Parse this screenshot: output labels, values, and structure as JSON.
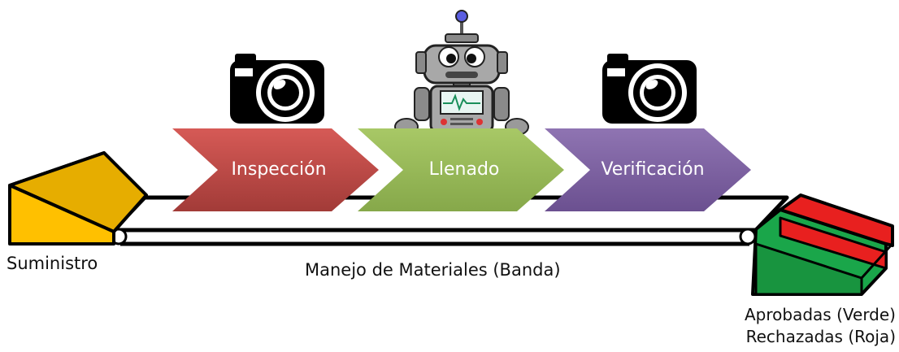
{
  "stages": [
    {
      "label": "Inspección",
      "color": "#c0504d"
    },
    {
      "label": "Llenado",
      "color": "#9bbb59"
    },
    {
      "label": "Verificación",
      "color": "#8064a2"
    }
  ],
  "labels": {
    "supply": "Suministro",
    "conveyor": "Manejo de Materiales (Banda)",
    "approved": "Aprobadas (Verde)",
    "rejected": "Rechazadas (Roja)"
  },
  "icons": {
    "camera_left": "camera-icon",
    "robot": "robot-icon",
    "camera_right": "camera-icon"
  },
  "colors": {
    "supply_bin": "#ffc000",
    "approved_bin": "#1aa64a",
    "rejected_bin": "#e8201f"
  }
}
